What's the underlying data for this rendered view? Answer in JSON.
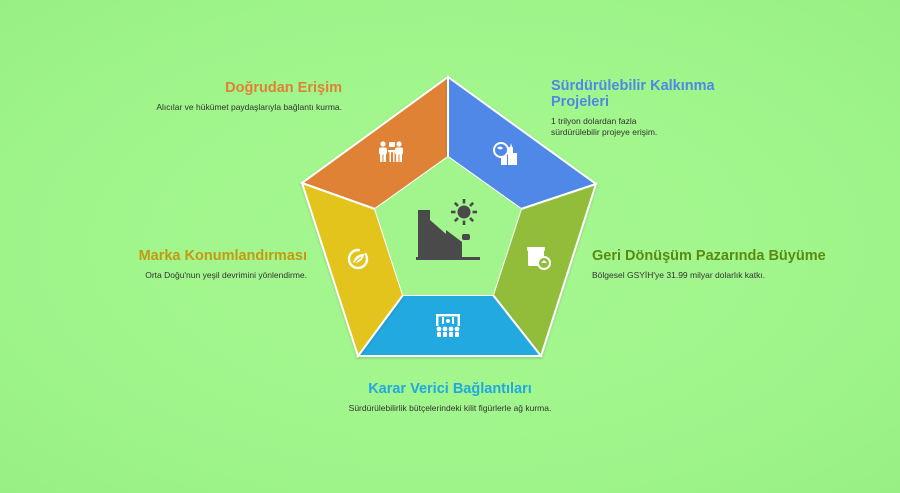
{
  "colors": {
    "orange": "#e08236",
    "blue": "#4f88e6",
    "olive": "#91bd3a",
    "cyan": "#22a9df",
    "yellow": "#e2c41b",
    "center_icon": "#4a4a4a",
    "background": "#a2f78d"
  },
  "segments": [
    {
      "id": "direct-access",
      "title": "Doğrudan Erişim",
      "description": "Alıcılar ve hükümet paydaşlarıyla bağlantı kurma.",
      "icon": "people-meeting-icon",
      "color": "#e08236"
    },
    {
      "id": "sustainable-projects",
      "title": "Sürdürülebilir Kalkınma Projeleri",
      "title_line1": "Sürdürülebilir Kalkınma",
      "title_line2": "Projeleri",
      "description": "1 trilyon dolardan fazla sürdürülebilir projeye erişim.",
      "desc_line1": "1 trilyon dolardan fazla",
      "desc_line2": "sürdürülebilir projeye erişim.",
      "icon": "eco-city-icon",
      "color": "#4f88e6"
    },
    {
      "id": "recycling-market",
      "title": "Geri Dönüşüm Pazarında Büyüme",
      "description": "Bölgesel GSYİH'ye 31.99 milyar dolarlık katkı.",
      "icon": "recycling-box-icon",
      "color": "#91bd3a"
    },
    {
      "id": "decision-makers",
      "title": "Karar Verici Bağlantıları",
      "description": "Sürdürülebilirlik bütçelerindeki kilit figürlerle ağ kurma.",
      "icon": "network-people-icon",
      "color": "#22a9df"
    },
    {
      "id": "brand-positioning",
      "title": "Marka Konumlandırması",
      "description": "Orta Doğu'nun yeşil devrimini yönlendirme.",
      "icon": "green-leaf-cycle-icon",
      "color": "#e2c41b"
    }
  ],
  "center": {
    "icon": "factory-sun-icon"
  }
}
